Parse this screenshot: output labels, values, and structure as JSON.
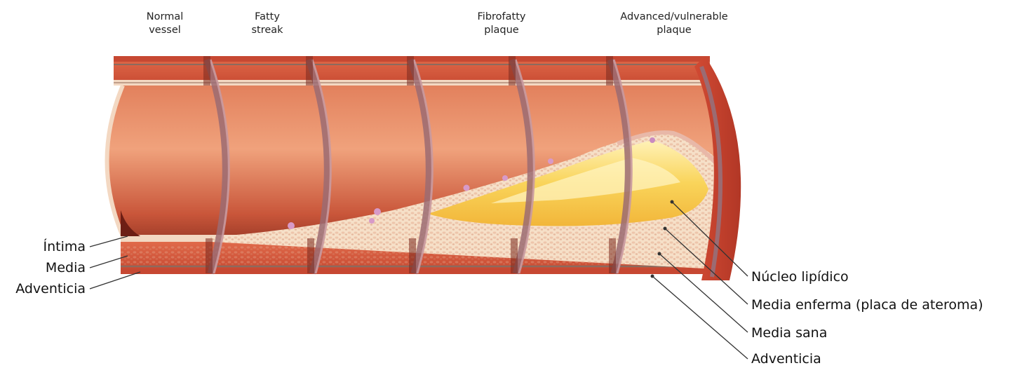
{
  "stages": [
    {
      "label": "Normal\nvessel"
    },
    {
      "label": "Fatty\nstreak"
    },
    {
      "label": "Fibrofatty\nplaque"
    },
    {
      "label": "Advanced/vulnerable\nplaque"
    }
  ],
  "left_labels": [
    {
      "text": "Íntima"
    },
    {
      "text": "Media"
    },
    {
      "text": "Adventicia"
    }
  ],
  "right_labels": [
    {
      "text": "Núcleo lipídico"
    },
    {
      "text": "Media enferma (placa de ateroma)"
    },
    {
      "text": "Media sana"
    },
    {
      "text": "Adventicia"
    }
  ],
  "colors": {
    "wall": "#d5553a",
    "wall_dark": "#a63a27",
    "lumen_light": "#f2a479",
    "lumen_dark": "#7a2318",
    "intima": "#f3d8c2",
    "plaque_core": "#f7cf4a",
    "plaque_light": "#fbe8a0",
    "band_stripe": "#8c6a5e"
  }
}
